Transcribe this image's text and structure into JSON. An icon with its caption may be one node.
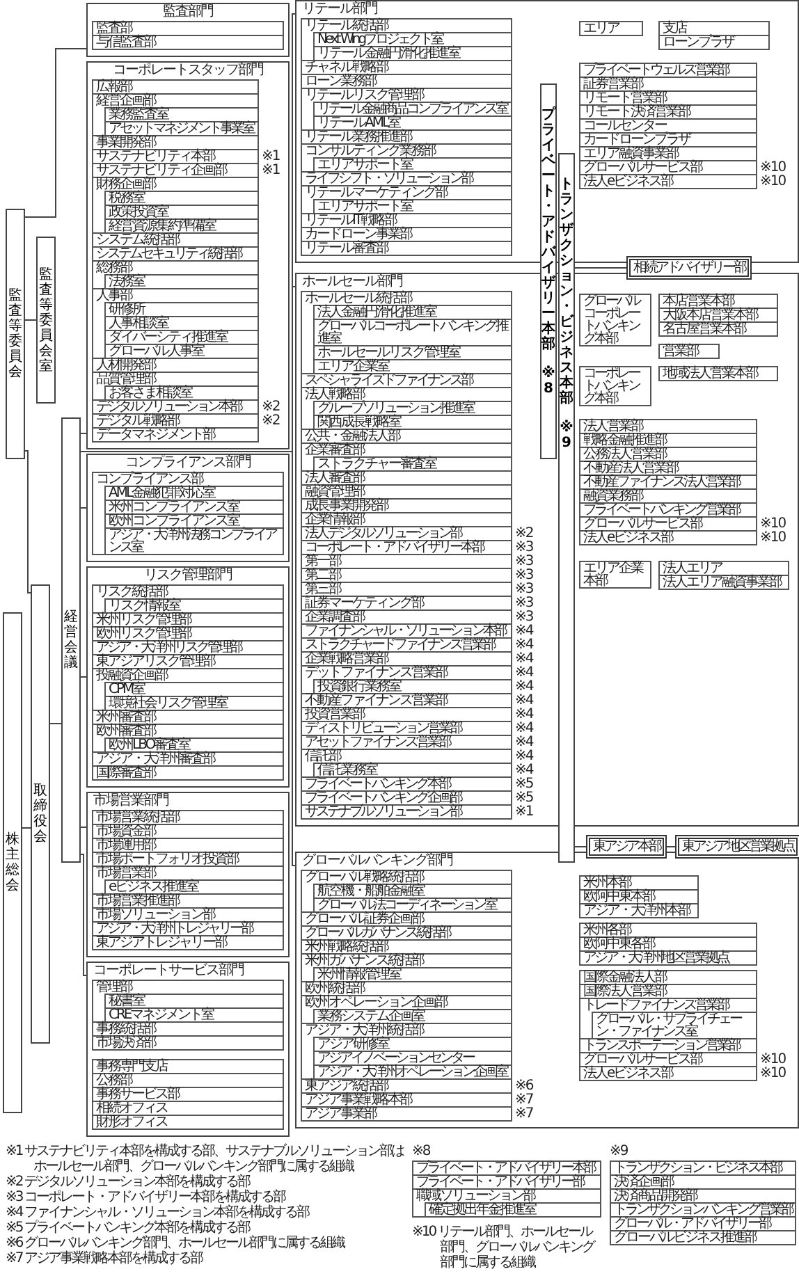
{
  "diagram": {
    "nodes": [
      {
        "text": [
          "株主総会"
        ]
      },
      {
        "text": [
          "取締役会"
        ]
      },
      {
        "text": [
          "監査等委員会"
        ]
      },
      {
        "text": [
          "監査等委員会室"
        ]
      },
      {
        "text": [
          "経営会議"
        ]
      },
      {
        "text": [
          "監査部門"
        ]
      },
      {
        "text": [
          "監査部"
        ],
        "in": 5
      },
      {
        "text": [
          "与信監査部"
        ],
        "in": 5
      },
      {
        "text": [
          "コーポレートスタッフ部門"
        ]
      },
      {
        "text": [
          "広報部"
        ],
        "in": 8
      },
      {
        "text": [
          "経営企画部"
        ],
        "in": 8
      },
      {
        "text": [
          "業務監査室"
        ],
        "in": 10
      },
      {
        "text": [
          "アセットマネジメント事業室"
        ],
        "in": 10
      },
      {
        "text": [
          "事業開発部"
        ],
        "in": 8
      },
      {
        "text": [
          "サステナビリティ本部"
        ],
        "in": 8,
        "beside": [
          "※1"
        ]
      },
      {
        "text": [
          "サステナビリティ企画部"
        ],
        "in": 8,
        "beside": [
          "※1"
        ]
      },
      {
        "text": [
          "財務企画部"
        ],
        "in": 8
      },
      {
        "text": [
          "税務室"
        ],
        "in": 16
      },
      {
        "text": [
          "政策投資室"
        ],
        "in": 16
      },
      {
        "text": [
          "経営資源集約準備室"
        ],
        "in": 16
      },
      {
        "text": [
          "システム統括部"
        ],
        "in": 8
      },
      {
        "text": [
          "システムセキュリティ統括部"
        ],
        "in": 8
      },
      {
        "text": [
          "総務部"
        ],
        "in": 8
      },
      {
        "text": [
          "法務室"
        ],
        "in": 22
      },
      {
        "text": [
          "人事部"
        ],
        "in": 8
      },
      {
        "text": [
          "研修所"
        ],
        "in": 24
      },
      {
        "text": [
          "人事相談室"
        ],
        "in": 24
      },
      {
        "text": [
          "ダイバーシティ推進室"
        ],
        "in": 24
      },
      {
        "text": [
          "グローバル人事室"
        ],
        "in": 24
      },
      {
        "text": [
          "人材開発部"
        ],
        "in": 8
      },
      {
        "text": [
          "品質管理部"
        ],
        "in": 8
      },
      {
        "text": [
          "お客さま相談室"
        ],
        "in": 30
      },
      {
        "text": [
          "デジタルソリューション本部"
        ],
        "in": 8,
        "beside": [
          "※2"
        ]
      },
      {
        "text": [
          "デジタル戦略部"
        ],
        "in": 8,
        "beside": [
          "※2"
        ]
      },
      {
        "text": [
          "データマネジメント部"
        ],
        "in": 8
      },
      {
        "text": [
          "コンプライアンス部門"
        ]
      },
      {
        "text": [
          "コンプライアンス部"
        ],
        "in": 35
      },
      {
        "text": [
          "AML金融犯罪対応室"
        ],
        "in": 36
      },
      {
        "text": [
          "米州コンプライアンス室"
        ],
        "in": 36
      },
      {
        "text": [
          "欧州コンプライアンス室"
        ],
        "in": 36
      },
      {
        "text": [
          "アジア・大洋州法務コンプライアンス室"
        ],
        "in": 36
      },
      {
        "text": [
          "リスク管理部門"
        ]
      },
      {
        "text": [
          "リスク統括部"
        ],
        "in": 41
      },
      {
        "text": [
          "リスク情報室"
        ],
        "in": 42
      },
      {
        "text": [
          "米州リスク管理部"
        ],
        "in": 41
      },
      {
        "text": [
          "欧州リスク管理部"
        ],
        "in": 41
      },
      {
        "text": [
          "アジア・大洋州リスク管理部"
        ],
        "in": 41
      },
      {
        "text": [
          "東アジアリスク管理部"
        ],
        "in": 41
      },
      {
        "text": [
          "投融資企画部"
        ],
        "in": 41
      },
      {
        "text": [
          "CPM室"
        ],
        "in": 48
      },
      {
        "text": [
          "環境社会リスク管理室"
        ],
        "in": 48
      },
      {
        "text": [
          "米州審査部"
        ],
        "in": 41
      },
      {
        "text": [
          "欧州審査部"
        ],
        "in": 41
      },
      {
        "text": [
          "欧州LBO審査室"
        ],
        "in": 52
      },
      {
        "text": [
          "アジア・大洋州審査部"
        ],
        "in": 41
      },
      {
        "text": [
          "国際審査部"
        ],
        "in": 41
      },
      {
        "text": [
          "リテール部門"
        ]
      },
      {
        "text": [
          "リテール統括部"
        ],
        "in": 56
      },
      {
        "text": [
          "Next Wingプロジェクト室"
        ],
        "in": 57
      },
      {
        "text": [
          "リテール金融円滑化推進室"
        ],
        "in": 57
      },
      {
        "text": [
          "チャネル戦略部"
        ],
        "in": 56
      },
      {
        "text": [
          "ローン業務部"
        ],
        "in": 56
      },
      {
        "text": [
          "リテールリスク管理部"
        ],
        "in": 56
      },
      {
        "text": [
          "リテール金融商品コンプライアンス室"
        ],
        "in": 62
      },
      {
        "text": [
          "リテールAML室"
        ],
        "in": 62
      },
      {
        "text": [
          "リテール業務推進部"
        ],
        "in": 56
      },
      {
        "text": [
          "コンサルティング業務部"
        ],
        "in": 56
      },
      {
        "text": [
          "エリアサポート室"
        ],
        "in": 66
      },
      {
        "text": [
          "ライフシフト・ソリューション部"
        ],
        "in": 56
      },
      {
        "text": [
          "リテールマーケティング部"
        ],
        "in": 56
      },
      {
        "text": [
          "エリアサポート室"
        ],
        "in": 69
      },
      {
        "text": [
          "リテールIT戦略部"
        ],
        "in": 56
      },
      {
        "text": [
          "カードローン事業部"
        ],
        "in": 56
      },
      {
        "text": [
          "リテール審査部"
        ],
        "in": 56
      },
      {
        "text": [
          "エリア"
        ],
        "in": 56
      },
      {
        "text": [
          "支店"
        ],
        "in": 56
      },
      {
        "text": [
          "ローンプラザ"
        ],
        "in": 56
      },
      {
        "text": [
          "プライベートウェルス営業部"
        ],
        "in": 56
      },
      {
        "text": [
          "証券営業部"
        ],
        "in": 56
      },
      {
        "text": [
          "リモート営業部"
        ],
        "in": 56
      },
      {
        "text": [
          "リモート決済営業部"
        ],
        "in": 56
      },
      {
        "text": [
          "コールセンター"
        ],
        "in": 56
      },
      {
        "text": [
          "カードローンプラザ"
        ],
        "in": 56
      },
      {
        "text": [
          "エリア融資事業部"
        ],
        "in": 56
      },
      {
        "text": [
          "グローバルサービス部"
        ],
        "in": 56,
        "beside": [
          "※10"
        ]
      },
      {
        "text": [
          "法人eビジネス部"
        ],
        "in": 56,
        "beside": [
          "※10"
        ]
      },
      {
        "text": [
          "プライベート・アドバイザリー本部",
          "※8"
        ]
      },
      {
        "text": [
          "トランザクション・ビジネス本部",
          "※9"
        ]
      },
      {
        "text": [
          "相続アドバイザリー部"
        ]
      },
      {
        "text": [
          "ホールセール部門"
        ]
      },
      {
        "text": [
          "ホールセール統括部"
        ],
        "in": 89
      },
      {
        "text": [
          "法人金融円滑化推進室"
        ],
        "in": 90
      },
      {
        "text": [
          "グローバルコーポレートバンキング推進室"
        ],
        "in": 90
      },
      {
        "text": [
          "ホールセールリスク管理室"
        ],
        "in": 90
      },
      {
        "text": [
          "エリア企業室"
        ],
        "in": 90
      },
      {
        "text": [
          "スペシャライズドファイナンス部"
        ],
        "in": 89
      },
      {
        "text": [
          "法人戦略部"
        ],
        "in": 89
      },
      {
        "text": [
          "グループソリューション推進室"
        ],
        "in": 96
      },
      {
        "text": [
          "関西成長戦略室"
        ],
        "in": 96
      },
      {
        "text": [
          "公共・金融法人部"
        ],
        "in": 89
      },
      {
        "text": [
          "企業審査部"
        ],
        "in": 89
      },
      {
        "text": [
          "ストラクチャー審査室"
        ],
        "in": 100
      },
      {
        "text": [
          "法人審査部"
        ],
        "in": 89
      },
      {
        "text": [
          "融資管理部"
        ],
        "in": 89
      },
      {
        "text": [
          "成長事業開発部"
        ],
        "in": 89
      },
      {
        "text": [
          "企業情報部"
        ],
        "in": 89
      },
      {
        "text": [
          "法人デジタルソリューション部"
        ],
        "in": 89,
        "beside": [
          "※2"
        ]
      },
      {
        "text": [
          "コーポレート・アドバイザリー本部"
        ],
        "in": 89,
        "beside": [
          "※3"
        ]
      },
      {
        "text": [
          "第一部"
        ],
        "in": 89,
        "beside": [
          "※3"
        ]
      },
      {
        "text": [
          "第二部"
        ],
        "in": 89,
        "beside": [
          "※3"
        ]
      },
      {
        "text": [
          "第三部"
        ],
        "in": 89,
        "beside": [
          "※3"
        ]
      },
      {
        "text": [
          "証券マーケティング部"
        ],
        "in": 89,
        "beside": [
          "※3"
        ]
      },
      {
        "text": [
          "企業調査部"
        ],
        "in": 89,
        "beside": [
          "※3"
        ]
      },
      {
        "text": [
          "ファイナンシャル・ソリューション本部"
        ],
        "in": 89,
        "beside": [
          "※4"
        ]
      },
      {
        "text": [
          "ストラクチャードファイナンス営業部"
        ],
        "in": 89,
        "beside": [
          "※4"
        ]
      },
      {
        "text": [
          "企業戦略営業部"
        ],
        "in": 89,
        "beside": [
          "※4"
        ]
      },
      {
        "text": [
          "デットファイナンス営業部"
        ],
        "in": 89,
        "beside": [
          "※4"
        ]
      },
      {
        "text": [
          "投資銀行業務室"
        ],
        "in": 116,
        "beside": [
          "※4"
        ]
      },
      {
        "text": [
          "不動産ファイナンス営業部"
        ],
        "in": 89,
        "beside": [
          "※4"
        ]
      },
      {
        "text": [
          "投資営業部"
        ],
        "in": 89,
        "beside": [
          "※4"
        ]
      },
      {
        "text": [
          "ディストリビューション営業部"
        ],
        "in": 89,
        "beside": [
          "※4"
        ]
      },
      {
        "text": [
          "アセットファイナンス営業部"
        ],
        "in": 89,
        "beside": [
          "※4"
        ]
      },
      {
        "text": [
          "信託部"
        ],
        "in": 89,
        "beside": [
          "※4"
        ]
      },
      {
        "text": [
          "信託業務室"
        ],
        "in": 122,
        "beside": [
          "※4"
        ]
      },
      {
        "text": [
          "プライベートバンキング本部"
        ],
        "in": 89,
        "beside": [
          "※5"
        ]
      },
      {
        "text": [
          "プライベートバンキング企画部"
        ],
        "in": 89,
        "beside": [
          "※5"
        ]
      },
      {
        "text": [
          "サステナブルソリューション部"
        ],
        "in": 89,
        "beside": [
          "※1"
        ]
      },
      {
        "text": [
          "グローバルコーポレートバンキング本部"
        ],
        "in": 89
      },
      {
        "text": [
          "本店営業本部"
        ],
        "in": 89
      },
      {
        "text": [
          "大阪本店営業本部"
        ],
        "in": 89
      },
      {
        "text": [
          "名古屋営業本部"
        ],
        "in": 89
      },
      {
        "text": [
          "営業部"
        ],
        "in": 89
      },
      {
        "text": [
          "コーポレートバンキング本部"
        ],
        "in": 89
      },
      {
        "text": [
          "地域法人営業本部"
        ],
        "in": 89
      },
      {
        "text": [
          "法人営業部"
        ],
        "in": 89
      },
      {
        "text": [
          "戦略金融推進部"
        ],
        "in": 89
      },
      {
        "text": [
          "公務法人営業部"
        ],
        "in": 89
      },
      {
        "text": [
          "不動産法人営業部"
        ],
        "in": 89
      },
      {
        "text": [
          "不動産ファイナンス法人営業部"
        ],
        "in": 89
      },
      {
        "text": [
          "融資業務部"
        ],
        "in": 89
      },
      {
        "text": [
          "プライベートバンキング営業部"
        ],
        "in": 89
      },
      {
        "text": [
          "グローバルサービス部"
        ],
        "in": 89,
        "beside": [
          "※10"
        ]
      },
      {
        "text": [
          "法人eビジネス部"
        ],
        "in": 89,
        "beside": [
          "※10"
        ]
      },
      {
        "text": [
          "エリア企業本部"
        ],
        "in": 89
      },
      {
        "text": [
          "法人エリア"
        ],
        "in": 89
      },
      {
        "text": [
          "法人エリア融資事業部"
        ],
        "in": 89
      },
      {
        "text": [
          "東アジア本部"
        ]
      },
      {
        "text": [
          "東アジア地区営業拠点"
        ]
      },
      {
        "text": [
          "グローバルバンキング部門"
        ]
      },
      {
        "text": [
          "グローバル戦略統括部"
        ],
        "in": 148
      },
      {
        "text": [
          "航空機・船舶金融室"
        ],
        "in": 149
      },
      {
        "text": [
          "グローバル法コーディネーション室"
        ],
        "in": 149
      },
      {
        "text": [
          "グローバル証券企画部"
        ],
        "in": 148
      },
      {
        "text": [
          "グローバルガバナンス統括部"
        ],
        "in": 148
      },
      {
        "text": [
          "米州戦略統括部"
        ],
        "in": 148
      },
      {
        "text": [
          "米州ガバナンス統括部"
        ],
        "in": 148
      },
      {
        "text": [
          "米州情報管理室"
        ],
        "in": 155
      },
      {
        "text": [
          "欧州統括部"
        ],
        "in": 148
      },
      {
        "text": [
          "欧州オペレーション企画部"
        ],
        "in": 148
      },
      {
        "text": [
          "業務システム企画室"
        ],
        "in": 158
      },
      {
        "text": [
          "アジア・大洋州統括部"
        ],
        "in": 148
      },
      {
        "text": [
          "アジア研修室"
        ],
        "in": 160
      },
      {
        "text": [
          "アジアイノベーションセンター"
        ],
        "in": 160
      },
      {
        "text": [
          "アジア・大洋州オペレーション企画室"
        ],
        "in": 160
      },
      {
        "text": [
          "東アジア統括部"
        ],
        "in": 148,
        "beside": [
          "※6"
        ]
      },
      {
        "text": [
          "アジア事業戦略本部"
        ],
        "in": 148,
        "beside": [
          "※7"
        ]
      },
      {
        "text": [
          "アジア事業部"
        ],
        "in": 148,
        "beside": [
          "※7"
        ]
      },
      {
        "text": [
          "米州本部"
        ],
        "in": 148
      },
      {
        "text": [
          "欧阿中東本部"
        ],
        "in": 148
      },
      {
        "text": [
          "アジア・大洋州本部"
        ],
        "in": 148
      },
      {
        "text": [
          "米州各部"
        ],
        "in": 148
      },
      {
        "text": [
          "欧阿中東各部"
        ],
        "in": 148
      },
      {
        "text": [
          "アジア・大洋州地区営業拠点"
        ],
        "in": 148
      },
      {
        "text": [
          "国際金融法人部"
        ],
        "in": 148
      },
      {
        "text": [
          "国際法人営業部"
        ],
        "in": 148
      },
      {
        "text": [
          "トレードファイナンス営業部"
        ],
        "in": 148
      },
      {
        "text": [
          "グローバル・サプライチェーン・ファイナンス室"
        ],
        "in": 175
      },
      {
        "text": [
          "トランスポーテーション営業部"
        ],
        "in": 148
      },
      {
        "text": [
          "グローバルサービス部"
        ],
        "in": 148,
        "beside": [
          "※10"
        ]
      },
      {
        "text": [
          "法人eビジネス部"
        ],
        "in": 148,
        "beside": [
          "※10"
        ]
      },
      {
        "text": [
          "市場営業部門"
        ]
      },
      {
        "text": [
          "市場営業統括部"
        ],
        "in": 180
      },
      {
        "text": [
          "市場資金部"
        ],
        "in": 180
      },
      {
        "text": [
          "市場運用部"
        ],
        "in": 180
      },
      {
        "text": [
          "市場ポートフォリオ投資部"
        ],
        "in": 180
      },
      {
        "text": [
          "市場営業部"
        ],
        "in": 180
      },
      {
        "text": [
          "eビジネス推進室"
        ],
        "in": 185
      },
      {
        "text": [
          "市場営業推進部"
        ],
        "in": 180
      },
      {
        "text": [
          "市場ソリューション部"
        ],
        "in": 180
      },
      {
        "text": [
          "アジア・大洋州トレジャリー部"
        ],
        "in": 180
      },
      {
        "text": [
          "東アジアトレジャリー部"
        ],
        "in": 180
      },
      {
        "text": [
          "コーポレートサービス部門"
        ]
      },
      {
        "text": [
          "管理部"
        ],
        "in": 191
      },
      {
        "text": [
          "秘書室"
        ],
        "in": 192
      },
      {
        "text": [
          "CREマネジメント室"
        ],
        "in": 192
      },
      {
        "text": [
          "事務統括部"
        ],
        "in": 191
      },
      {
        "text": [
          "市場決済部"
        ],
        "in": 191
      },
      {
        "text": [
          "事務専門支店"
        ],
        "in": 191
      },
      {
        "text": [
          "公務部"
        ],
        "in": 191
      },
      {
        "text": [
          "事務サービス部"
        ],
        "in": 191
      },
      {
        "text": [
          "相続オフィス"
        ],
        "in": 191
      },
      {
        "text": [
          "財形オフィス"
        ],
        "in": 191
      },
      {
        "text": [
          "プライベート・アドバイザリー本部"
        ]
      },
      {
        "text": [
          "プライベート・アドバイザリー部"
        ]
      },
      {
        "text": [
          "職域ソリューション部"
        ]
      },
      {
        "text": [
          "確定拠出年金推進室"
        ],
        "in": 204
      },
      {
        "text": [
          "トランザクション・ビジネス本部"
        ]
      },
      {
        "text": [
          "決済企画部"
        ]
      },
      {
        "text": [
          "決済商品開発部"
        ]
      },
      {
        "text": [
          "トランザクションバンキング営業部"
        ]
      },
      {
        "text": [
          "グローバル・アドバイザリー部"
        ]
      },
      {
        "text": [
          "グローバルビジネス推進部"
        ]
      }
    ],
    "edges": [
      {
        "from": 0,
        "to": 1,
        "arrow": "none"
      },
      {
        "from": 1,
        "to": 2,
        "arrow": "none"
      },
      {
        "from": 2,
        "to": 3,
        "arrow": "none"
      },
      {
        "from": 1,
        "to": 4,
        "arrow": "none"
      },
      {
        "from": 2,
        "to": 5,
        "arrow": "none"
      },
      {
        "from": 4,
        "to": 8,
        "arrow": "none"
      },
      {
        "from": 4,
        "to": 35,
        "arrow": "none"
      },
      {
        "from": 4,
        "to": 41,
        "arrow": "none"
      },
      {
        "from": 4,
        "to": 180,
        "arrow": "none"
      },
      {
        "from": 4,
        "to": 191,
        "arrow": "none"
      },
      {
        "from": 4,
        "to": 56,
        "arrow": "none"
      },
      {
        "from": 4,
        "to": 89,
        "arrow": "none"
      },
      {
        "from": 4,
        "to": 148,
        "arrow": "none"
      },
      {
        "from": 87,
        "to": 88,
        "arrow": "none"
      },
      {
        "from": 87,
        "to": 146,
        "arrow": "none"
      },
      {
        "from": 146,
        "to": 147,
        "arrow": "none"
      }
    ],
    "labels": [
      "※1 サステナビリティ本部を構成する部、サステナブルソリューション部はホールセール部門、グローバルバンキング部門に属する組織",
      "※2 デジタルソリューション本部を構成する部",
      "※3 コーポレート・アドバイザリー本部を構成する部",
      "※4 ファイナンシャル・ソリューション本部を構成する部",
      "※5 プライベートバンキング本部を構成する部",
      "※6 グローバルバンキング部門、ホールセール部門に属する組織",
      "※7 アジア事業戦略本部を構成する部",
      "※8",
      "※9",
      "※10 リテール部門、ホールセール部門、グローバルバンキング部門に属する組織"
    ]
  }
}
